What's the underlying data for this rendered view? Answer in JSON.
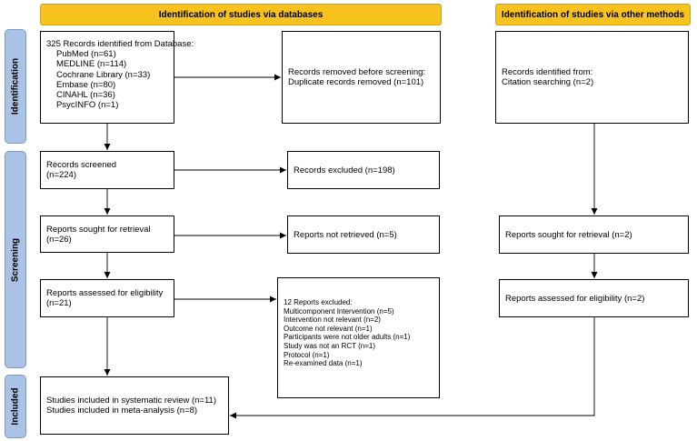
{
  "headers": {
    "databases": "Identification of studies via databases",
    "other": "Identification of studies via other methods"
  },
  "phases": {
    "identification": "Identification",
    "screening": "Screening",
    "included": "Included"
  },
  "boxes": {
    "records_identified": {
      "title": "325 Records identified from Database:",
      "items": [
        "PubMed (n=61)",
        "MEDLINE (n=114)",
        "Cochrane Library (n=33)",
        "Embase (n=80)",
        "CINAHL (n=36)",
        "PsycINFO (n=1)"
      ]
    },
    "removed_before": {
      "line1": "Records removed before screening:",
      "line2": "Duplicate records removed  (n=101)"
    },
    "other_identified": {
      "line1": "Records identified from:",
      "line2": "Citation searching (n=2)"
    },
    "screened": {
      "line1": "Records screened",
      "line2": "(n=224)"
    },
    "excluded": {
      "line1": "Records excluded (n=198)"
    },
    "sought": {
      "line1": "Reports sought for retrieval",
      "line2": "(n=26)"
    },
    "not_retrieved": {
      "line1": "Reports not retrieved (n=5)"
    },
    "assessed": {
      "line1": "Reports assessed for eligibility",
      "line2": "(n=21)"
    },
    "reports_excluded": {
      "title": "12 Reports excluded:",
      "items": [
        "Multicomponent Intervention (n=5)",
        "Intervention not relevant (n=2)",
        "Outcome not relevant (n=1)",
        "Participants were not older adults (n=1)",
        "Study was not an RCT (n=1)",
        "Protocol (n=1)",
        "Re-examined data (n=1)"
      ]
    },
    "other_sought": {
      "line1": "Reports sought for retrieval (n=2)"
    },
    "other_assessed": {
      "line1": "Reports assessed for eligibility (n=2)"
    },
    "included": {
      "line1": "Studies included in systematic review (n=11)",
      "line2": "Studies included in meta-analysis (n=8)"
    }
  }
}
